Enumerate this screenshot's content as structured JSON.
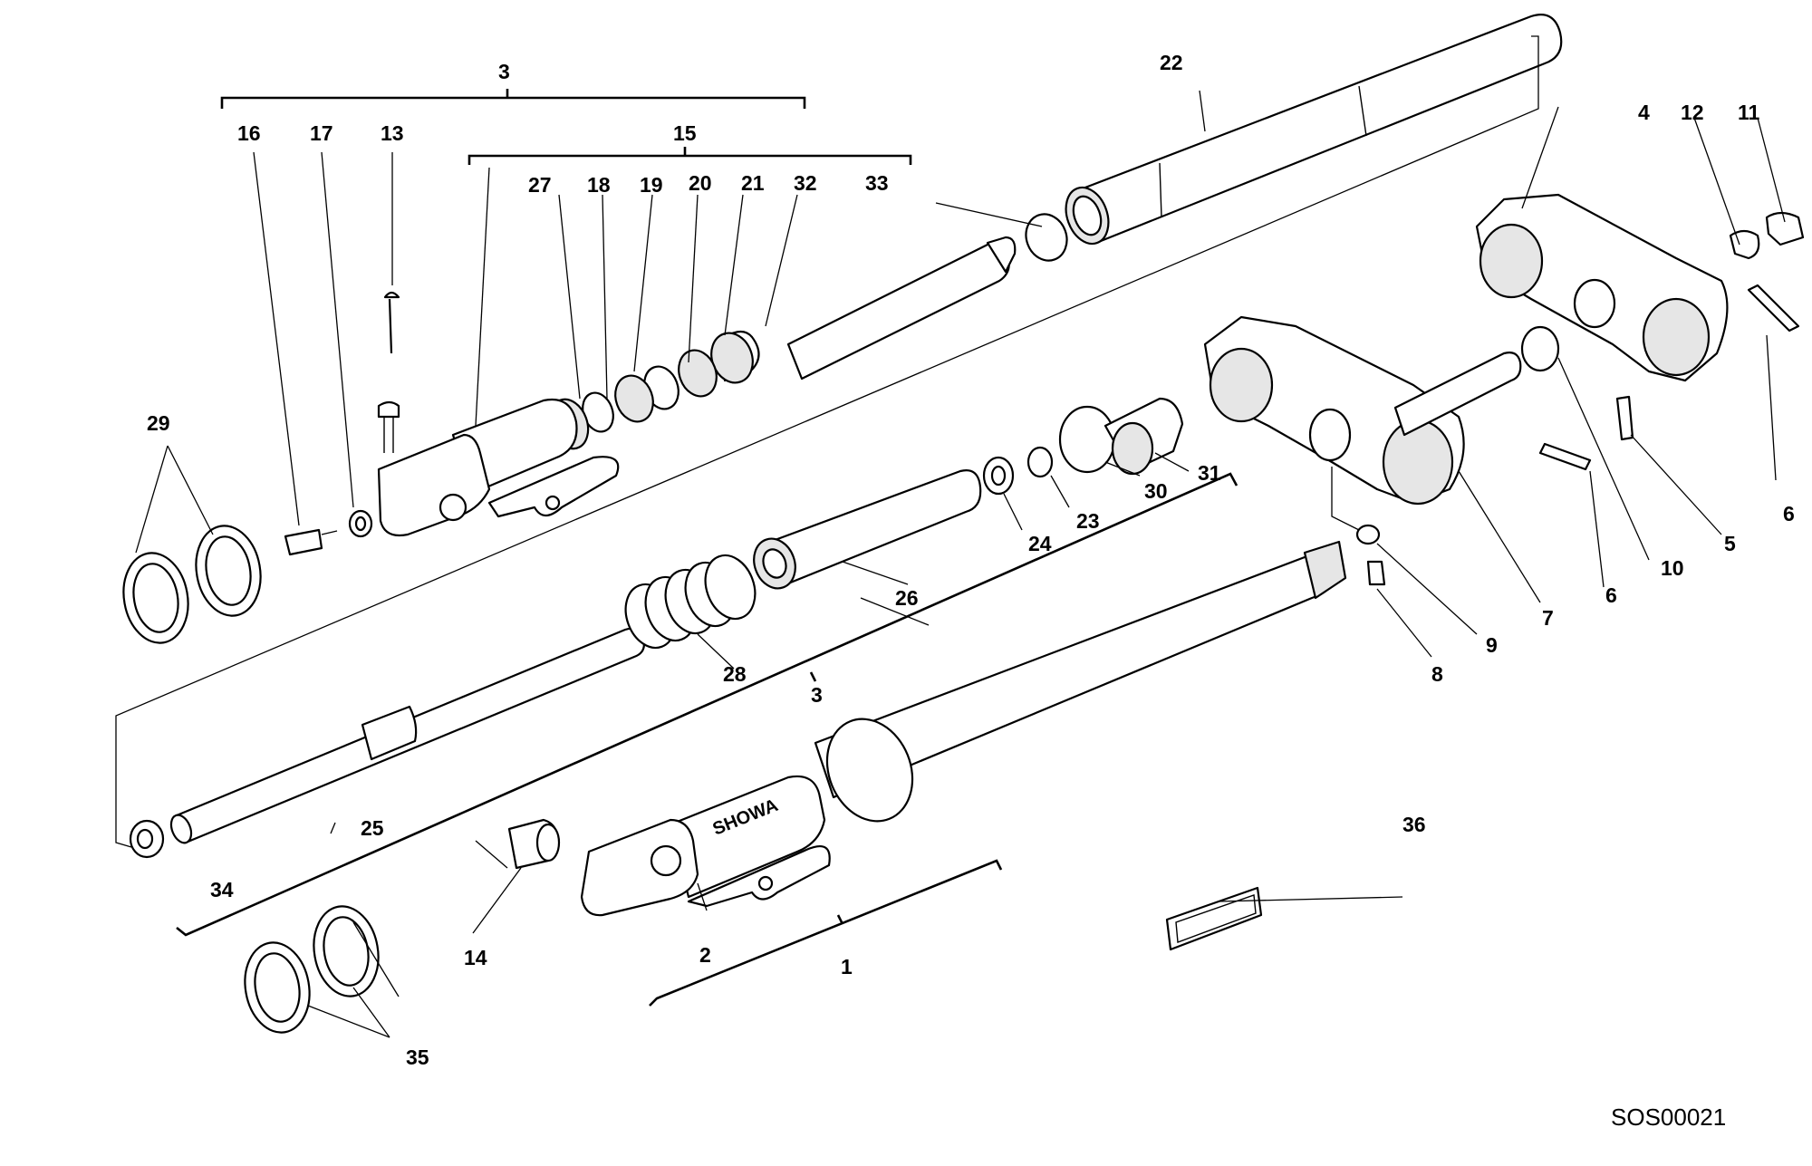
{
  "diagram": {
    "ref_code": "SOS00021",
    "brand_mark": "SHOWA",
    "callouts": {
      "c1": "1",
      "c2": "2",
      "c3a": "3",
      "c3b": "3",
      "c4": "4",
      "c5": "5",
      "c6a": "6",
      "c6b": "6",
      "c7": "7",
      "c8": "8",
      "c9": "9",
      "c10": "10",
      "c11": "11",
      "c12": "12",
      "c13": "13",
      "c14": "14",
      "c15": "15",
      "c16": "16",
      "c17": "17",
      "c18": "18",
      "c19": "19",
      "c20": "20",
      "c21": "21",
      "c22": "22",
      "c23": "23",
      "c24": "24",
      "c25": "25",
      "c26": "26",
      "c27": "27",
      "c28": "28",
      "c29": "29",
      "c30": "30",
      "c31": "31",
      "c32": "32",
      "c33": "33",
      "c34": "34",
      "c35": "35",
      "c36": "36"
    }
  }
}
